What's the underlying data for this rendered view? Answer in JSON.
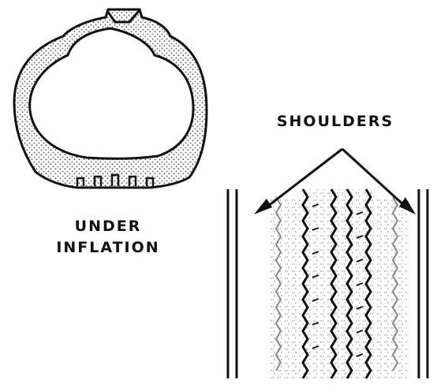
{
  "figure": {
    "shoulders_label": "SHOULDERS",
    "under_label": "UNDER",
    "inflation_label": "INFLATION"
  }
}
